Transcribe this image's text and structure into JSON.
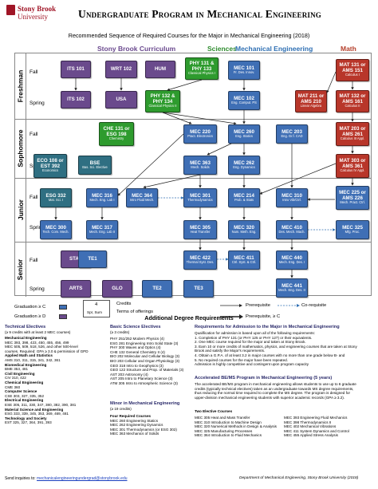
{
  "logo": {
    "line1": "Stony Brook",
    "line2": "University"
  },
  "title": "Undergraduate Program in Mechanical Engineering",
  "subtitle": "Recommended Sequence of Required Courses for the Major in Mechanical Engineering (2018)",
  "column_headers": {
    "sbc": "Stony Brook Curriculum",
    "sciences": "Sciences",
    "me": "Mechanical Engineering",
    "math": "Math"
  },
  "years": [
    "Freshman",
    "Sophomore",
    "Junior",
    "Senior"
  ],
  "semesters": [
    "Fall",
    "Spring",
    "Fall",
    "Spring",
    "Fall",
    "Spring",
    "Fall",
    "Spring"
  ],
  "courses": {
    "its101": {
      "code": "ITS 101",
      "name": ""
    },
    "wrt102": {
      "code": "WRT 102",
      "name": ""
    },
    "hum": {
      "code": "HUM",
      "name": ""
    },
    "phy131": {
      "code": "PHY 131 & PHY 133",
      "name": "Classical Physics I"
    },
    "mec101": {
      "code": "MEC 101",
      "name": "Fr. Des. Innov."
    },
    "mat131": {
      "code": "MAT 131 or AMS 151",
      "name": "Calculus I"
    },
    "its102": {
      "code": "ITS 102",
      "name": ""
    },
    "usa": {
      "code": "USA",
      "name": ""
    },
    "phy132": {
      "code": "PHY 132 & PHY 134",
      "name": "Classical Physics II"
    },
    "mec102": {
      "code": "MEC 102",
      "name": "Eng. Comput. PS"
    },
    "mat211": {
      "code": "MAT 211 or AMS 210",
      "name": "Linear Algebra"
    },
    "mat132": {
      "code": "MAT 132 or AMS 161",
      "name": "Calculus II"
    },
    "che131": {
      "code": "CHE 131 or ESG 198",
      "name": "Chemistry"
    },
    "mec220": {
      "code": "MEC 220",
      "name": "Pract. Electronics"
    },
    "mec260": {
      "code": "MEC 260",
      "name": "Eng. Statics"
    },
    "mec203": {
      "code": "MEC 203",
      "name": "Eng. Gr.f. CAD"
    },
    "mat203": {
      "code": "MAT 203 or AMS 261",
      "name": "Calculus III Appl."
    },
    "eco108": {
      "code": "ECO 108 or EST 392",
      "name": "Economics"
    },
    "bse": {
      "code": "BSE",
      "name": "Bas. Sci. Elective"
    },
    "mec363": {
      "code": "MEC 363",
      "name": "Mech. Solids"
    },
    "mec262": {
      "code": "MEC 262",
      "name": "Eng. Dynamics"
    },
    "mat303": {
      "code": "MAT 303 or AMS 361",
      "name": "Calculus IV Appl."
    },
    "esg332": {
      "code": "ESG 332",
      "name": "Mat. Sci. I"
    },
    "mec316": {
      "code": "MEC 316",
      "name": "Mech. Eng. Lab I"
    },
    "mec364": {
      "code": "MEC 364",
      "name": "Intro Fluid Mech."
    },
    "mec301": {
      "code": "MEC 301",
      "name": "Thermodynamics"
    },
    "mec214": {
      "code": "MEC 214",
      "name": "Prob. & Stats"
    },
    "mec310": {
      "code": "MEC 310",
      "name": "Intro Vib/Ctrl."
    },
    "mec225": {
      "code": "MEC 225 or AMS 226",
      "name": "Mech. Pract. Ctrl."
    },
    "mec300": {
      "code": "MEC 300",
      "name": "Tech. Com. Mech."
    },
    "mec317": {
      "code": "MEC 317",
      "name": "Mech. Eng. Lab II"
    },
    "mec305": {
      "code": "MEC 305",
      "name": "Heat Transfer"
    },
    "mec320": {
      "code": "MEC 320",
      "name": "Num. Meth. Eng."
    },
    "mec410": {
      "code": "MEC 410",
      "name": "Des. Mech. Mach."
    },
    "mec325": {
      "code": "MEC 325",
      "name": "Mfg. Proc."
    },
    "stas": {
      "code": "STAS",
      "name": ""
    },
    "te1": {
      "code": "TE1",
      "name": ""
    },
    "mec422": {
      "code": "MEC 422",
      "name": "Thermal Syst. Des."
    },
    "mec411": {
      "code": "MEC 411",
      "name": "Ctrl. Syst. & Ctrl."
    },
    "mec440": {
      "code": "MEC 440",
      "name": "Mech. Eng. Des. I"
    },
    "arts": {
      "code": "ARTS",
      "name": ""
    },
    "glo": {
      "code": "GLO",
      "name": ""
    },
    "te2": {
      "code": "TE2",
      "name": ""
    },
    "te3": {
      "code": "TE3",
      "name": ""
    },
    "mec441": {
      "code": "MEC 441",
      "name": "Mech. Eng. Des. II"
    }
  },
  "legend": {
    "graduation_c": "Graduation ≥ C",
    "graduation_d": "Graduation ≥ D",
    "credits": "Credits",
    "terms": "Terms of offerings",
    "credits_example": "4",
    "terms_example": "Spr, Sum",
    "prerequisite": "Prerequisite",
    "prerequisite_c": "Prerequisite, ≥ C",
    "corequisite": "Co-requisite"
  },
  "additional": {
    "heading": "Additional Degree Requirements",
    "tech_electives": {
      "title": "Technical Electives",
      "subtitle": "(≥ 9 credits with at least 2 MEC courses)",
      "lines": [
        "Mechanical Engineering",
        "MEC 393, 398, 423, 450, 455, 456, 499",
        "MEC 505, 509, 518, 526, and other 500-level",
        "courses. Required: GPA ≥ 3.0 & permission of GPD",
        "Applied Math and Statistics",
        "AMS 310, 311, 315, 341, 342, 361",
        "Biomedical Engineering",
        "BME 353, 481",
        "Civil Engineering",
        "CIV 310, 422",
        "Chemical Engineering",
        "CME 360",
        "Computer Science",
        "CSE 303, 327, 335, 352",
        "Electrical Engineering",
        "ESE 305, 311, 330, 347, 380, 382, 390, 381",
        "Material Science and Engineering",
        "ESG 333, 339, 345, 353, 369, 469, 481",
        "Technology and Society",
        "EST 325, 327, 364, 391, 393"
      ]
    },
    "basic_science": {
      "title": "Basic Science Electives",
      "subtitle": "(≥ 3 credits)",
      "lines": [
        "PHY 251/252 Modern Physics (4)",
        "ESG 281 Engineering Intro Solid State (3)",
        "PHY 300 Waves and Optics (4)",
        "CHE 132 General Chemistry II (4)",
        "BIO 202 Molecular and Cellular Biology (3)",
        "BIO 203 Cellular and Organ Physiology (3)",
        "GEO 318 Intro to Geophysics (3)",
        "GEO 122 Structure and Prop. of Materials (3)",
        "AST 203 Astronomy (4)",
        "AST 205 Intro to Planetary Science (3)",
        "ATM 305 Intro to Atmospheric Science (3)"
      ]
    },
    "minor": {
      "title": "Minor in Mechanical Engineering",
      "subtitle": "(≥ 19 credits)",
      "lines": [
        "Four Required Courses",
        "MEC 260 Engineering Statics",
        "MEC 262 Engineering Dynamics",
        "MEC 301 Thermodynamics (or ESG 302)",
        "MEC 363 Mechanics of Solids"
      ]
    },
    "admission": {
      "title": "Requirements for Admission to the Major in Mechanical Engineering",
      "lines": [
        "Qualification for admission is based upon all of the following requirements:",
        "1. Completion of PHY 131 (or PHY 125 or PHY 127) or their equivalents.",
        "2. One MEC course required for the major and taken at Stony Brook.",
        "3. Earn 10 or more credits of mathematics, physics, and engineering courses that are taken at Stony",
        "    Brook and satisfy the Major's requirements.",
        "4. Obtain a G.P.A. of at least 3.2 in major courses with no more than one grade below B- and",
        "5. No required courses for the major have been repeated.",
        "Admission is highly competitive and contingent upon program capacity"
      ]
    },
    "accelerated": {
      "title": "Accelerated BE/MS Program in Mechanical Engineering (5 years)",
      "lines": [
        "The accelerated BE/MS program in mechanical engineering allows students to use up to 6 graduate",
        "credits (typically technical electives) taken as an undergraduate towards MS degree requirements,",
        "thus reducing the normal time required to complete the MS degree. The program is designed for",
        "upper-division mechanical engineering students with superior academic records (GPA ≥ 3.2)."
      ]
    },
    "two_elective": {
      "title": "Two Elective Courses",
      "left": [
        "MEC 305 Heat and Mass Transfer",
        "MEC 310 Introduction to Machine Design",
        "MEC 320 Numerical Methods in Design & Analysis",
        "MEC 325 Manufacturing Processes",
        "MEC 364 Introduction to Fluid Mechanics"
      ],
      "right": [
        "MEC 393 Engineering Fluid Mechanics",
        "MEC 398 Thermodynamics II",
        "MEC 402 Mechanical Vibrations",
        "MEC 411 System Dynamics and Control",
        "MEC 455 Applied Stress Analysis"
      ]
    }
  },
  "footer": {
    "send_label": "Send inquiries to:",
    "email": "mechanicalengineeringundergrad@stonybrook.edu",
    "dept": "Department of Mechanical Engineering, Stony Brook University (2018)"
  },
  "colors": {
    "sbc": "#6a4a8c",
    "teal": "#2f6f82",
    "science": "#2e9b2e",
    "me": "#3f6fb5",
    "math": "#b8362a"
  }
}
